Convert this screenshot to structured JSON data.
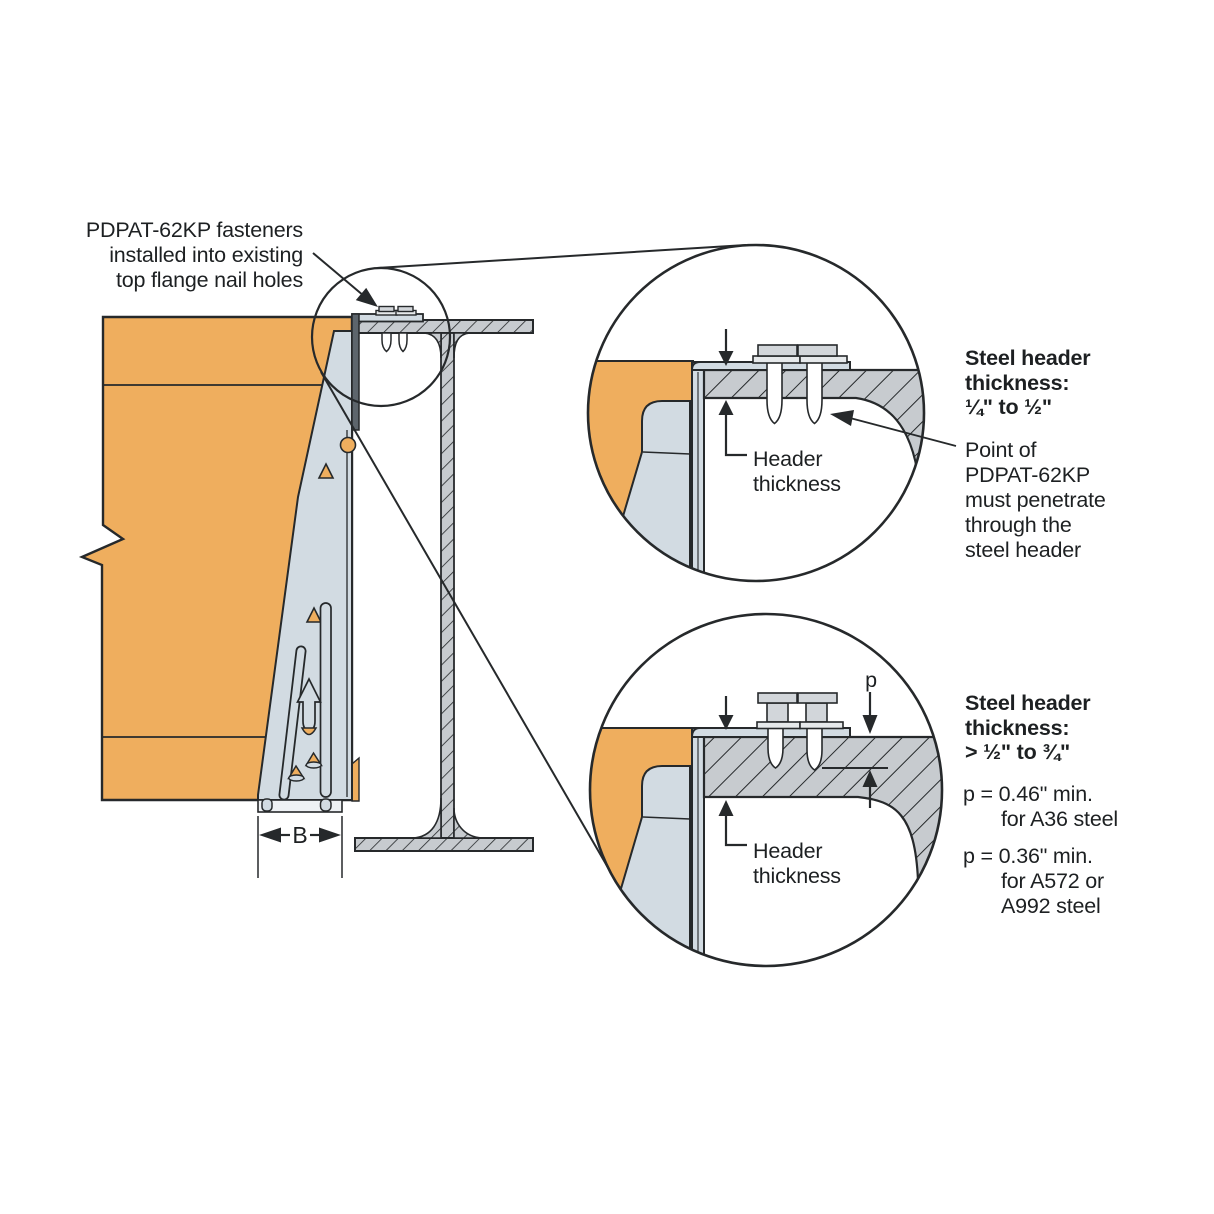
{
  "annotation_fasteners": {
    "lines": [
      "PDPAT-62KP fasteners",
      "installed into existing",
      "top flange nail holes"
    ]
  },
  "dimension": {
    "width_label": "B"
  },
  "detail_top": {
    "header_thickness": [
      "Header",
      "thickness"
    ],
    "thickness_title": [
      "Steel header",
      "thickness:",
      "¼\" to ½\""
    ],
    "penetration_note": [
      "Point of",
      "PDPAT-62KP",
      "must penetrate",
      "through the",
      "steel header"
    ]
  },
  "detail_bottom": {
    "p_label": "p",
    "header_thickness": [
      "Header",
      "thickness"
    ],
    "thickness_title": [
      "Steel header",
      "thickness:",
      "> ½\" to ¾\""
    ],
    "p_min_a36": [
      "p = 0.46\" min.",
      "for A36 steel"
    ],
    "p_min_a572": [
      "p = 0.36\" min.",
      "for A572 or",
      "A992 steel"
    ]
  },
  "colors": {
    "wood": "#efae5e",
    "hanger": "#d2dbe2",
    "steel_fill": "#c7cbcf",
    "line": "#26292b"
  }
}
